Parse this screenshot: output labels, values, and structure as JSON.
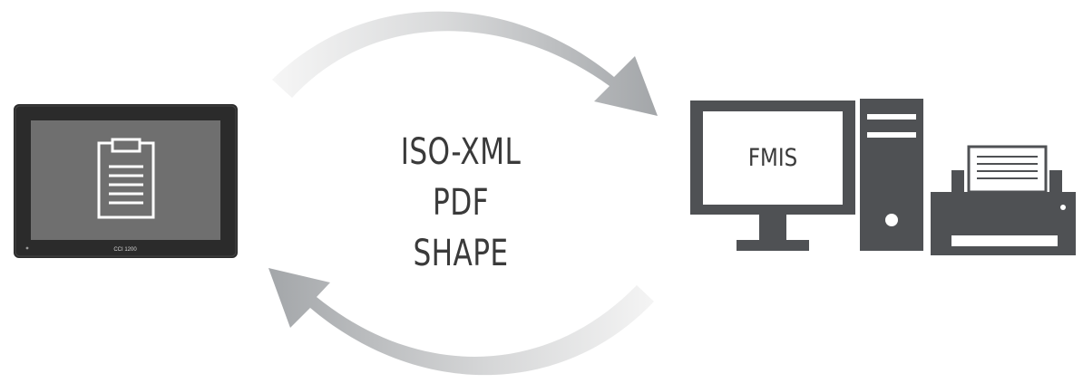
{
  "terminal": {
    "model_label": "CCI 1200"
  },
  "formats": [
    "ISO-XML",
    "PDF",
    "SHAPE"
  ],
  "fmis": {
    "label": "FMIS"
  },
  "colors": {
    "device_body": "#2b2b2b",
    "screen": "#6f6f6f",
    "computer": "#4f5154",
    "arrow_light": "#eeeeee",
    "arrow_dark": "#a4a7aa"
  },
  "icons": {
    "terminal": "tablet-terminal-icon",
    "document": "clipboard-icon",
    "computer": "desktop-computer-icon",
    "printer": "printer-icon",
    "top_arrow": "arrow-to-computer-icon",
    "bottom_arrow": "arrow-to-terminal-icon"
  }
}
